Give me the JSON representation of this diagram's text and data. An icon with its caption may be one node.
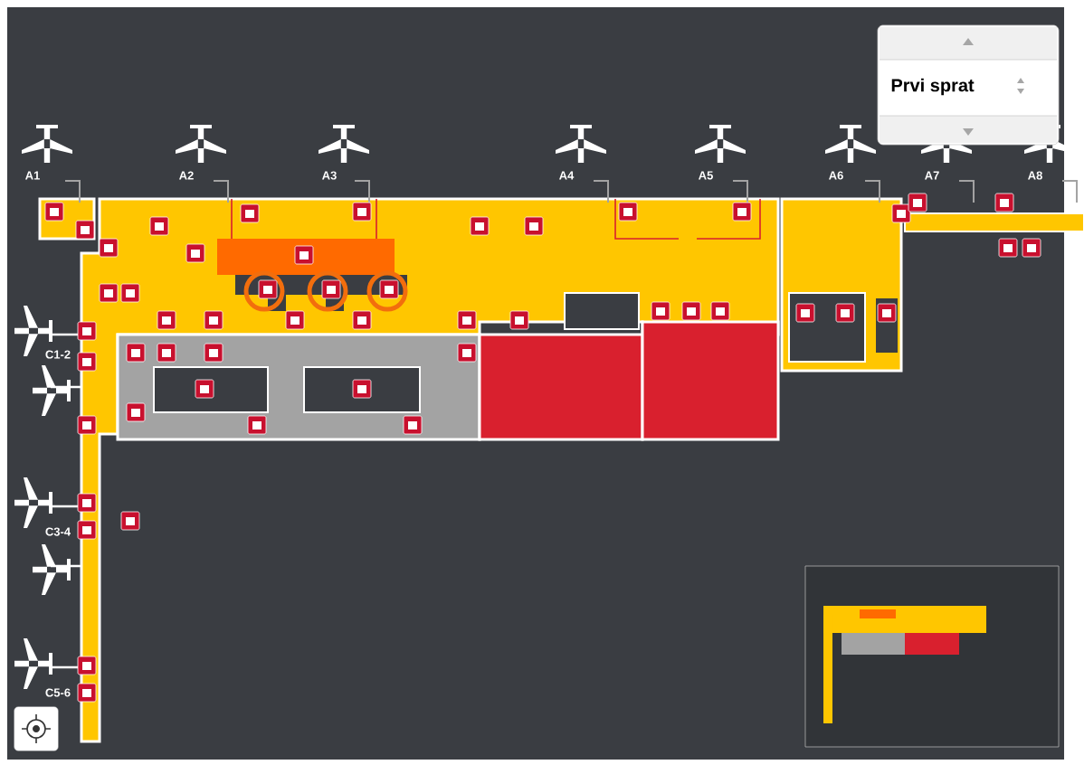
{
  "diagram": {
    "labels": [
      "Prvi sprat",
      "A1",
      "A2",
      "A3",
      "A4",
      "A5",
      "A6",
      "A7",
      "A8",
      "C1-2",
      "C3-4",
      "C5-6"
    ]
  }
}
